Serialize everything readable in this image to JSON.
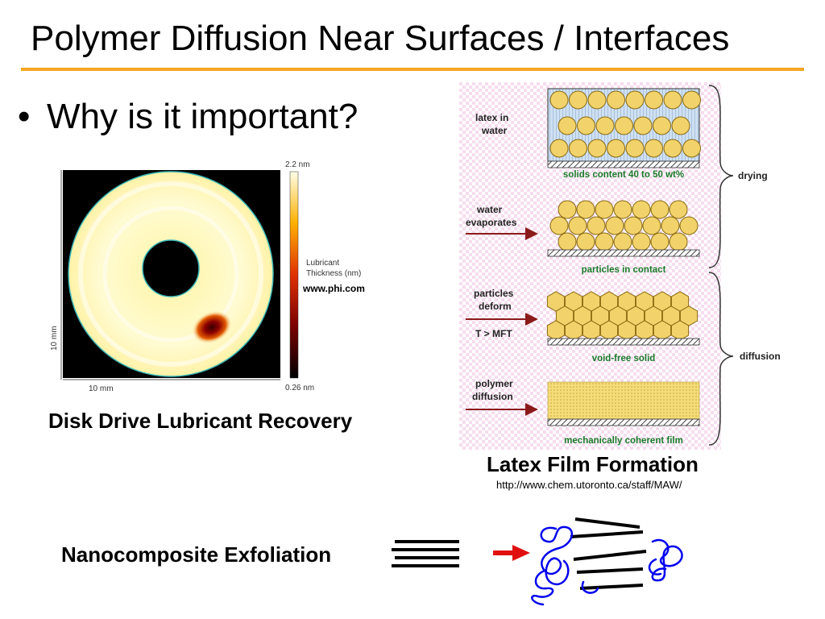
{
  "slide": {
    "title": "Polymer Diffusion Near Surfaces / Interfaces",
    "bullet_symbol": "•",
    "bullet_text": "Why is it important?"
  },
  "disk": {
    "colorbar_max": "2.2 nm",
    "colorbar_min": "0.26 nm",
    "colorbar_label_line1": "Lubricant",
    "colorbar_label_line2": "Thickness (nm)",
    "source": "www.phi.com",
    "x_scale": "10 mm",
    "y_scale": "10 mm",
    "caption": "Disk Drive Lubricant Recovery",
    "colors": {
      "ring": "#fffbc8",
      "hole": "#000000",
      "spot": "#8b0000",
      "outline": "#3bb8b8"
    }
  },
  "latex": {
    "stages": [
      {
        "left_label_line1": "latex in",
        "left_label_line2": "water",
        "bottom_label": "solids content 40 to 50 wt%"
      },
      {
        "left_label_line1": "water",
        "left_label_line2": "evaporates",
        "bottom_label": "particles in contact"
      },
      {
        "left_label_line1": "particles",
        "left_label_line2": "deform",
        "left_label_line3": "T > MFT",
        "bottom_label": "void-free solid"
      },
      {
        "left_label_line1": "polymer",
        "left_label_line2": "diffusion",
        "bottom_label": "mechanically coherent film"
      }
    ],
    "brace_labels": {
      "drying": "drying",
      "diffusion": "diffusion"
    },
    "caption": "Latex Film Formation",
    "source_url": "http://www.chem.utoronto.ca/staff/MAW/",
    "colors": {
      "particle": "#f2d36b",
      "particle_outline": "#8a6a10",
      "label_green": "#1a7a2a",
      "arrow": "#8b1a1a"
    }
  },
  "nano": {
    "caption": "Nanocomposite Exfoliation",
    "colors": {
      "layers": "#000000",
      "arrow": "#e01010",
      "polymer": "#0000ee"
    }
  }
}
